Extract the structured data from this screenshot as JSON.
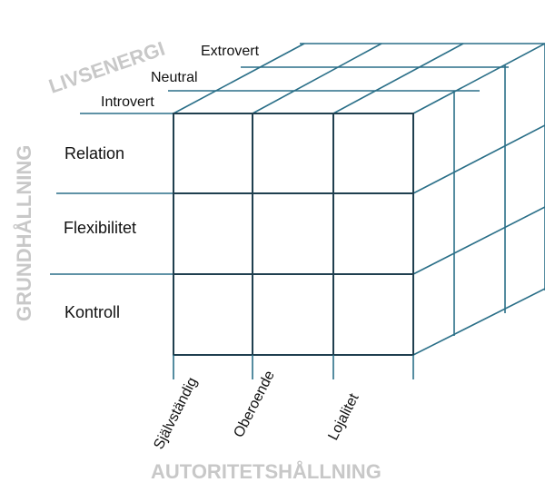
{
  "axes": {
    "livsenergi": "LIVSENERGI",
    "grundhallning": "GRUNDHÅLLNING",
    "autoritetshallning": "AUTORITETSHÅLLNING"
  },
  "depth_levels": [
    "Introvert",
    "Neutral",
    "Extrovert"
  ],
  "rows": [
    "Relation",
    "Flexibilitet",
    "Kontroll"
  ],
  "columns": [
    "Självständig",
    "Oberoende",
    "Lojalitet"
  ],
  "colors": {
    "front_edge": "#1f3f4f",
    "depth_line": "#2a6f88",
    "axis_title": "#c8c8c8",
    "label_text": "#111111"
  }
}
